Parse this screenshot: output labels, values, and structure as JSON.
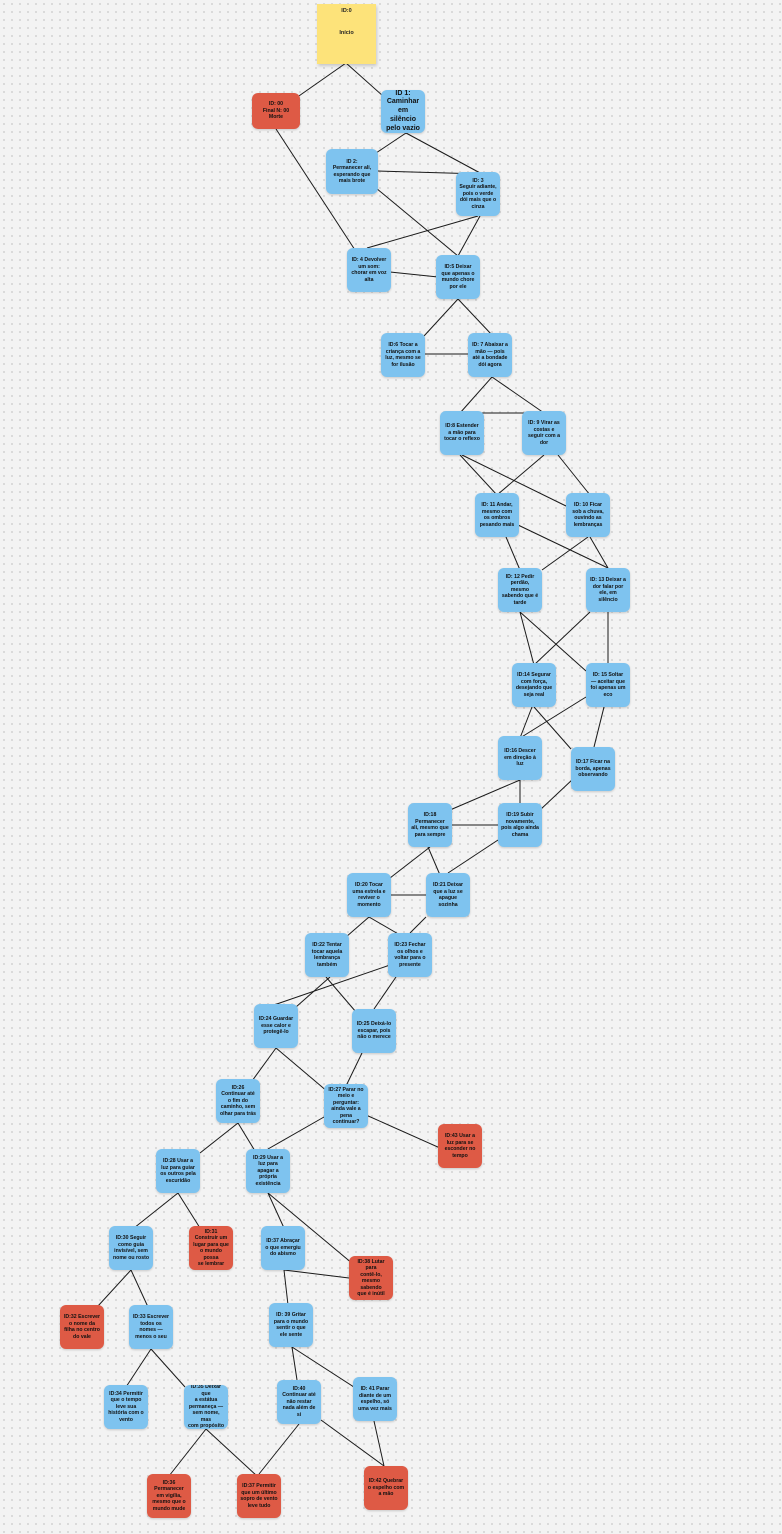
{
  "start": {
    "id": "ID:0",
    "label": "Início"
  },
  "nodes": {
    "n00": "ID: 00\nFinal N: 00\nMorte",
    "n1": "ID 1:\nCaminhar\nem silêncio\npelo vazio",
    "n2": "ID 2:\nPermanecer ali,\nesperando que\nmais brote",
    "n3": "ID: 3\nSeguir adiante,\npois o verde\ndói mais que o\ncinza",
    "n4": "ID: 4 Devolver\num som:\nchorar em voz\nalta",
    "n5": "ID:5  Deixar\nque apenas o\nmundo chore\npor ele",
    "n6": "ID:6  Tocar a\ncriança com a\nluz, mesmo se\nfor ilusão",
    "n7": "ID: 7 Abaixar a\nmão — pois\naté a bondade\ndói agora",
    "n8": "ID:8 Estender\na mão para\ntocar o reflexo",
    "n9": "ID: 9 Virar as\ncostas e\nseguir com a\ndor",
    "n11": "ID: 11 Andar,\nmesmo com\nos ombros\npesando mais",
    "n10": "ID: 10 Ficar\nsob a chuva,\nouvindo as\nlembranças",
    "n12": "ID: 12 Pedir\nperdão, mesmo\nsabendo que é\ntarde",
    "n13": "ID: 13 Deixar a\ndor falar por\nele, em\nsilêncio",
    "n14": "ID:14 Segurar\ncom força,\ndesejando que\nseja real",
    "n15": "ID: 15 Soltar\n— aceitar que\nfoi apenas um\neco",
    "n16": "ID:16 Descer\nem direção à\nluz",
    "n17": "ID:17 Ficar na\nborda, apenas\nobservando",
    "n18": "ID:18\nPermanecer\nali, mesmo que\npara sempre",
    "n19": "ID:19 Subir\nnovamente,\npois algo ainda\nchama",
    "n20": "ID:20  Tocar\numa estrela e\nreviver o\nmomento",
    "n21": "ID:21  Deixar\nque a luz se\napague\nsozinha",
    "n22": "ID:22 Tentar\ntocar aquela\nlembrança\ntambém",
    "n23": "ID:23 Fechar\nos olhos e\nvoltar para o\npresente",
    "n24": "ID:24  Guardar\nesse calor e\nprotegê-lo",
    "n25": "ID:25  Deixá-lo\nescapar, pois\nnão o merece",
    "n26": "ID:26\nContinuar até\no fim do\ncaminho, sem\nolhar para trás",
    "n27": "ID:27 Parar no\nmeio e\nperguntar:\nainda vale a\npena continuar?",
    "n43": "ID:43 Usar a\nluz para se\nesconder no\ntempo",
    "n28": "ID:28 Usar a\nluz para guiar\nos outros pela\nescuridão",
    "n29": "ID:29  Usar a\nluz para\napagar a\nprópria\nexistência",
    "n30": "ID:30 Seguir\ncomo guia\ninvisível, sem\nnome ou rosto",
    "n31": "ID:31\nConstruir um\nlugar para que\no mundo possa\nse lembrar",
    "n37a": "ID:37 Abraçar\no que emergiu\ndo abismo",
    "n38": "ID:38  Lutar para\ncontê-lo,\nmesmo sabendo\nque é inútil",
    "n32": "ID:32 Escrever\no nome da\nfilha no centro\ndo vale",
    "n33": "ID:33 Escrever\ntodos os\nnomes —\nmenos o seu",
    "n39": "ID: 39 Gritar\npara o mundo\nsentir o que\nele sente",
    "n34": "ID:34 Permitir\nque o tempo\nleve sua\nhistória com o\nvento",
    "n35": "ID:35 Deixar que\na estátua\npermaneça —\nsem nome, mas\ncom propósito",
    "n40": "ID:40\nContinuar até\nnão restar\nnada além de\nsi",
    "n41": "ID: 41 Parar\ndiante de um\nespelho, só\numa vez mais",
    "n36": "ID:36\nPermanecer\nem vigília,\nmesmo que o\nmundo mude",
    "n37b": "ID:37 Permitir\nque um último\nsopro de vento\nleve tudo",
    "n42": "ID:42 Quebrar\no espelho com\na mão"
  },
  "node_colors": {
    "choice": "#7ec3ef",
    "ending": "#de5a45",
    "start": "#fde37a"
  }
}
